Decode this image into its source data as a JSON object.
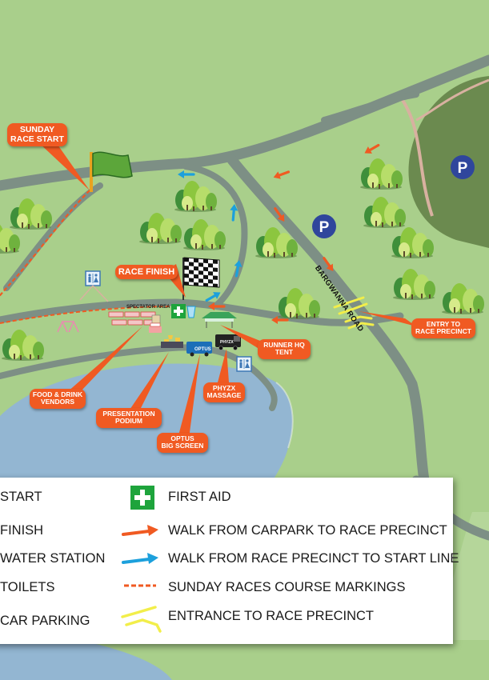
{
  "map": {
    "callouts": {
      "sunday_race_start": "SUNDAY\nRACE START",
      "race_finish": "RACE FINISH",
      "entry_to_race_precinct": "ENTRY TO\nRACE PRECINCT",
      "runner_hq_tent": "RUNNER HQ\nTENT",
      "food_drink_vendors": "FOOD & DRINK\nVENDORS",
      "presentation_podium": "PRESENTATION\nPODIUM",
      "optus_big_screen": "OPTUS\nBIG SCREEN",
      "phyzx_massage": "PHYZX\nMASSAGE"
    },
    "labels": {
      "spectator_area": "SPECTATOR AREA",
      "road": "BARGWANNA ROAD",
      "parking_symbol": "P",
      "optus_van": "OPTUS",
      "phyzx_van": "PHYZX"
    },
    "colors": {
      "grass": "#a9cf8b",
      "dark_grass": "#6b8a4f",
      "road": "#7d8f85",
      "water": "#93b6d2",
      "callout": "#f05a22",
      "parking": "#2f469c",
      "walk_from_carpark": "#f05a22",
      "walk_to_start": "#1ca0dc",
      "entrance": "#f2ee4a",
      "first_aid": "#1ea43c"
    }
  },
  "legend": {
    "items": [
      {
        "label": "START",
        "icon": "flag-icon"
      },
      {
        "label": "FINISH",
        "icon": "checkered-flag-icon"
      },
      {
        "label": "WATER STATION",
        "icon": "water-cup-icon"
      },
      {
        "label": "TOILETS",
        "icon": "toilet-icon"
      },
      {
        "label": "CAR PARKING",
        "icon": "parking-icon"
      },
      {
        "label": "FIRST AID",
        "icon": "first-aid-icon"
      },
      {
        "label": "WALK FROM CARPARK TO RACE PRECINCT",
        "icon": "orange-arrow-icon"
      },
      {
        "label": "WALK FROM RACE PRECINCT TO START LINE",
        "icon": "blue-arrow-icon"
      },
      {
        "label": "SUNDAY RACES COURSE MARKINGS",
        "icon": "dashed-line-icon"
      },
      {
        "label": "ENTRANCE TO RACE PRECINCT",
        "icon": "entrance-marker-icon"
      }
    ]
  }
}
